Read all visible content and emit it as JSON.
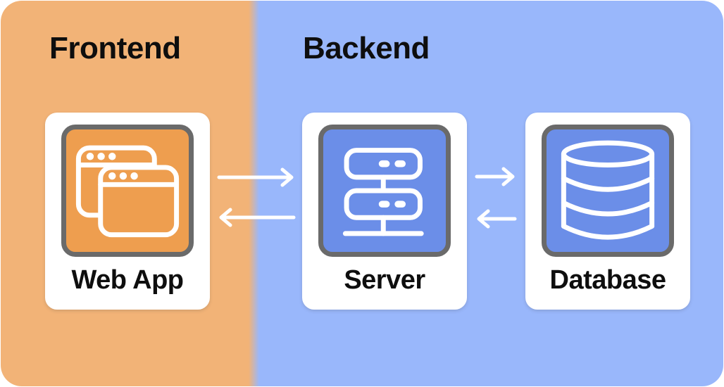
{
  "diagram": {
    "sections": [
      {
        "title": "Frontend"
      },
      {
        "title": "Backend"
      }
    ],
    "nodes": [
      {
        "label": "Web App",
        "icon": "browser-windows-icon",
        "section": "Frontend"
      },
      {
        "label": "Server",
        "icon": "server-icon",
        "section": "Backend"
      },
      {
        "label": "Database",
        "icon": "database-icon",
        "section": "Backend"
      }
    ],
    "connections": [
      {
        "from": "Web App",
        "to": "Server",
        "direction": "right"
      },
      {
        "from": "Server",
        "to": "Web App",
        "direction": "left"
      },
      {
        "from": "Server",
        "to": "Database",
        "direction": "right"
      },
      {
        "from": "Database",
        "to": "Server",
        "direction": "left"
      }
    ],
    "colors": {
      "frontend_bg": "#F2B377",
      "backend_bg": "#99B7FB",
      "webapp_icon_bg": "#EE9E4F",
      "backend_icon_bg": "#6B8EE8",
      "icon_border": "#6A6A6A",
      "card_bg": "#FFFFFF",
      "label_text": "#0E0E0E",
      "arrow": "#FFFFFF"
    }
  }
}
